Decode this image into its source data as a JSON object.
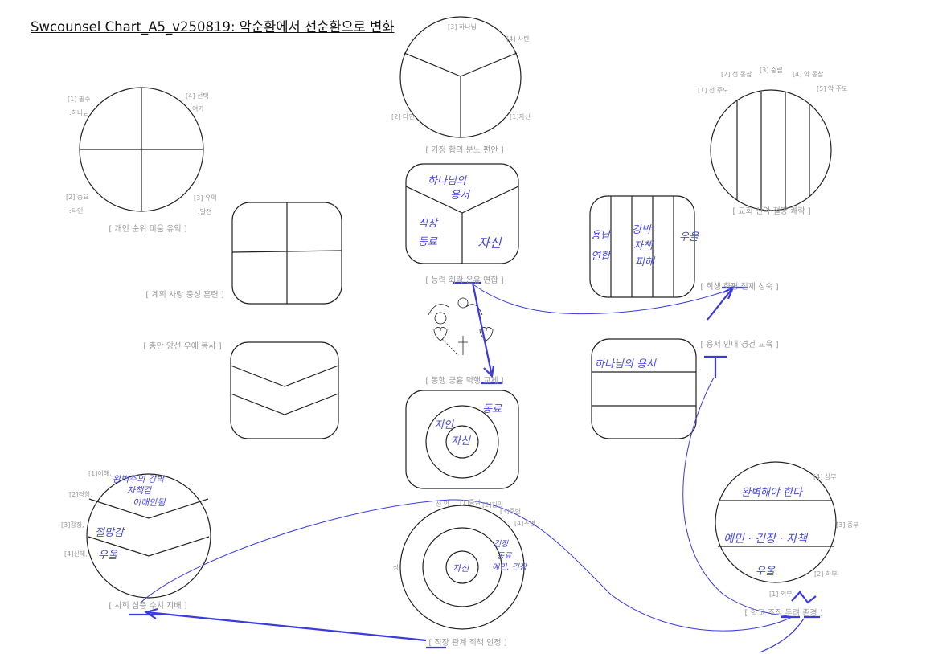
{
  "title": "Swcounsel Chart_A5_v250819: 악순환에서 선순환으로 변화",
  "colors": {
    "ink": "#222222",
    "label": "#999999",
    "pen": "#3a3ae0"
  },
  "personal": {
    "caption": "[ 개인 순위 미움 유익 ]",
    "labels": [
      "[1] 필수",
      ":하나님",
      "[4] 선택",
      "여가",
      "[2] 중요",
      ":타인",
      "[3] 유익",
      ":발전"
    ]
  },
  "family": {
    "caption": "[ 가정 합의  분노 편안 ]",
    "labels": [
      "[3] 하나님",
      "[4] 사탄",
      "[2] 타인",
      "[1]자신"
    ]
  },
  "church": {
    "caption": "[ 교회 선악 절망 쾌락 ]",
    "labels": [
      "[1] 선 주도",
      "[2] 선 동참",
      "[3] 중립",
      "[4] 악 동참",
      "[5] 악 주도"
    ]
  },
  "plan": {
    "caption": "[ 계획 사랑 충성 훈련 ]"
  },
  "fullness": {
    "caption": "[ 충만 양선 우애 봉사 ]"
  },
  "ability": {
    "caption": "[ 능력 회락 온유 연합 ]",
    "handwriting": [
      "하나님의",
      "용서",
      "직장",
      "동료",
      "자신"
    ]
  },
  "companion": {
    "caption": "[ 동행 긍휼 덕행 교제 ]"
  },
  "center_rings": {
    "handwriting": [
      "동료",
      "지인",
      "자신"
    ]
  },
  "sacrifice": {
    "caption": "[ 희생 화평 절제 성숙 ]",
    "handwriting": [
      "용납",
      "연합",
      "강박",
      "자책",
      "피해",
      "우울"
    ]
  },
  "forgiveness": {
    "caption": "[ 용서 인내 경건 교육 ]",
    "handwriting": [
      "하나님의 용서"
    ]
  },
  "society": {
    "caption": "[ 사회 심층  수치 지배 ]",
    "labels": [
      "[1]이해,",
      "[2]경험,",
      "[3]감정,",
      "[4]신체,"
    ],
    "handwriting": [
      "완벽주의 강박",
      "자책감",
      "이해안됨",
      "절망감",
      "우울"
    ]
  },
  "work": {
    "caption": "[ 직장 관계  죄책 인정 ]",
    "labels": [
      "선  악",
      "[1]중심",
      "[2]친밀",
      "[3]주변",
      "[4]초면",
      "상"
    ],
    "handwriting": [
      "자신",
      "긴장",
      "동료",
      "예민, 긴장"
    ]
  },
  "school": {
    "caption": "[ 학교 조직 두려 존경 ]",
    "labels": [
      "[4] 상부",
      "[3] 중부",
      "[2] 하부",
      "[1] 외부"
    ],
    "handwriting": [
      "완벽해야 한다",
      "예민 · 긴장 · 자책",
      "우울"
    ]
  }
}
